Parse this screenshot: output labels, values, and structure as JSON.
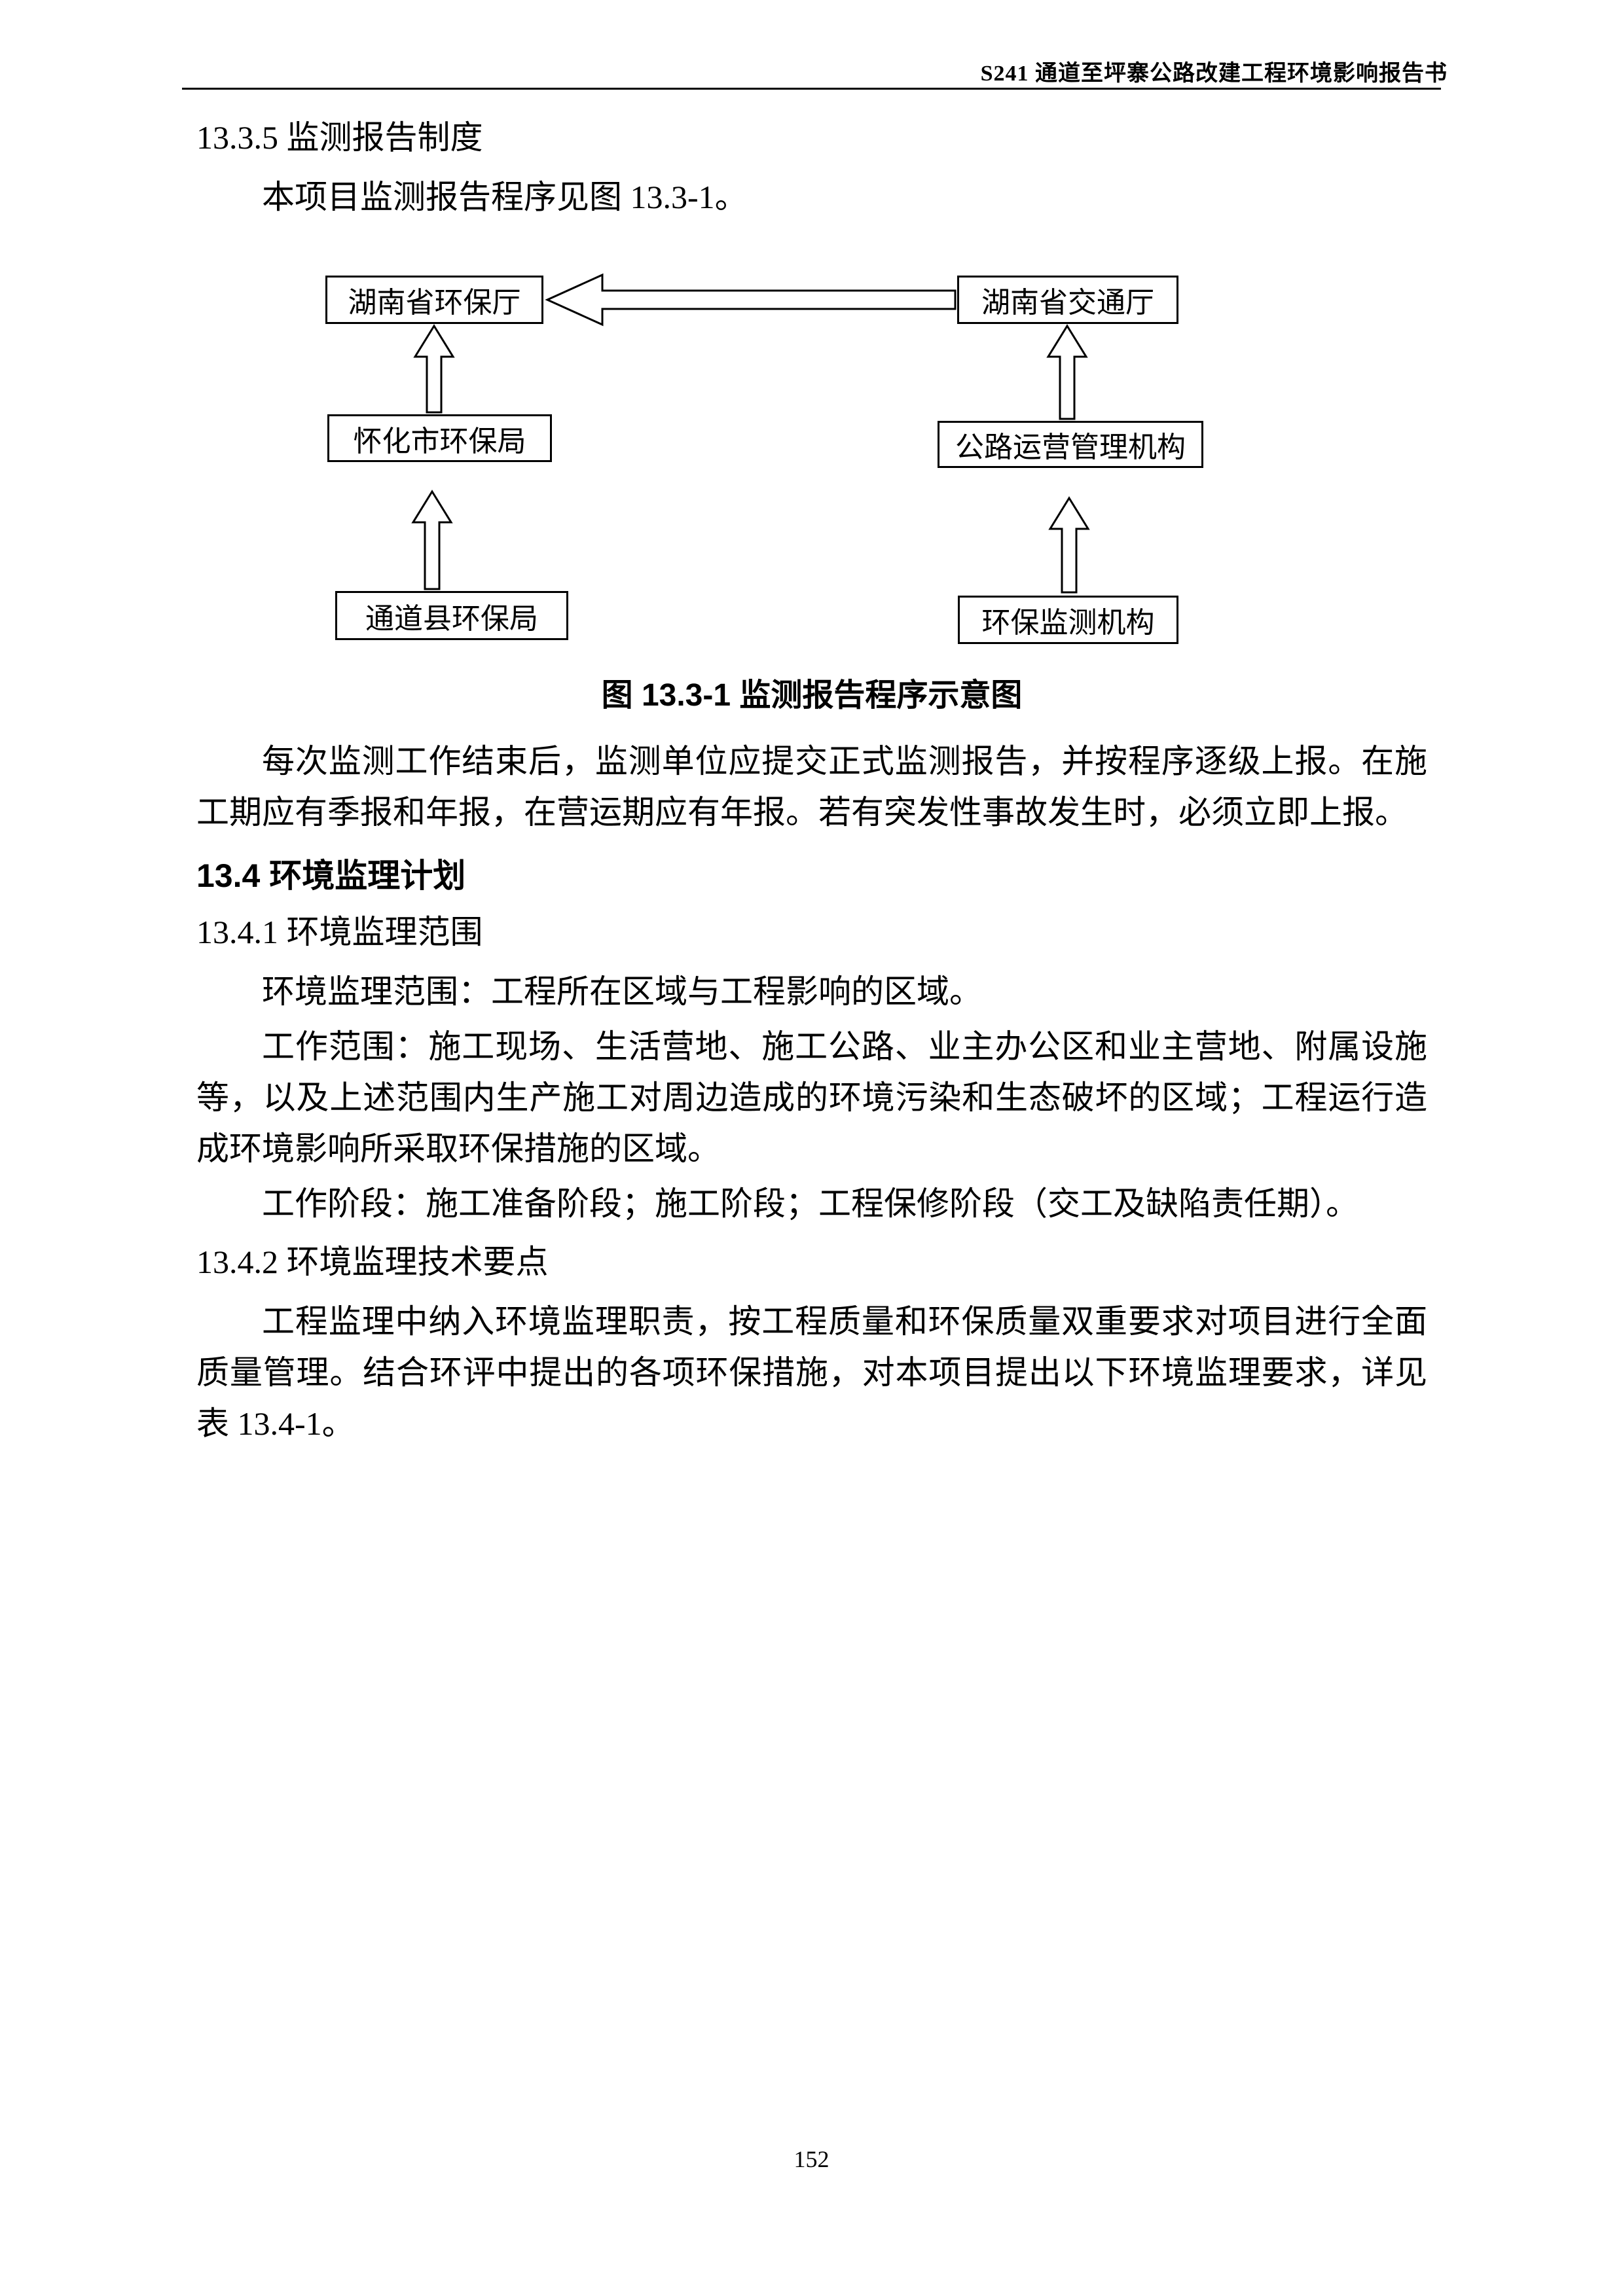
{
  "header": {
    "title": "S241 通道至坪寨公路改建工程环境影响报告书"
  },
  "content": {
    "h1335": "13.3.5 监测报告制度",
    "p_intro": "本项目监测报告程序见图 13.3-1。",
    "flowchart": {
      "caption": "图 13.3-1 监测报告程序示意图",
      "nodes": {
        "hunan_epb": "湖南省环保厅",
        "hunan_dot": "湖南省交通厅",
        "huaihua_epb": "怀化市环保局",
        "road_admin": "公路运营管理机构",
        "tongdao_epb": "通道县环保局",
        "monitor_org": "环保监测机构"
      }
    },
    "p_report": "每次监测工作结束后，监测单位应提交正式监测报告，并按程序逐级上报。在施工期应有季报和年报，在营运期应有年报。若有突发性事故发生时，必须立即上报。",
    "h134": "13.4 环境监理计划",
    "h1341": "13.4.1 环境监理范围",
    "p_scope1": "环境监理范围：工程所在区域与工程影响的区域。",
    "p_scope2": "工作范围：施工现场、生活营地、施工公路、业主办公区和业主营地、附属设施等，以及上述范围内生产施工对周边造成的环境污染和生态破坏的区域；工程运行造成环境影响所采取环保措施的区域。",
    "p_scope3": "工作阶段：施工准备阶段；施工阶段；工程保修阶段（交工及缺陷责任期）。",
    "h1342": "13.4.2 环境监理技术要点",
    "p_tech": "工程监理中纳入环境监理职责，按工程质量和环保质量双重要求对项目进行全面质量管理。结合环评中提出的各项环保措施，对本项目提出以下环境监理要求，详见表 13.4-1。"
  },
  "footer": {
    "page_number": "152"
  }
}
